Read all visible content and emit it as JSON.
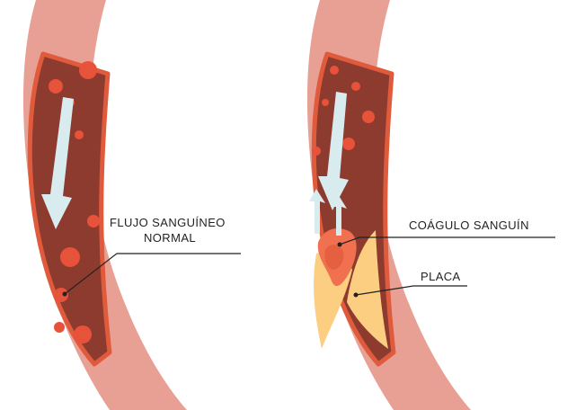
{
  "labels": {
    "normal_flow_line1": "FLUJO SANGUÍNEO",
    "normal_flow_line2": "NORMAL",
    "clot": "COÁGULO SANGUÍN",
    "plaque": "PLACA"
  },
  "colors": {
    "vessel_outer": "#E8A095",
    "vessel_border": "#E05A3C",
    "vessel_interior": "#8E3B2F",
    "blood_cell": "#E8523A",
    "arrow": "#D8ECF0",
    "plaque": "#FBCE82",
    "clot": "#F0704F",
    "leader_line": "#222222"
  },
  "icons": {
    "flow_arrow": "down-arrow-icon",
    "blocked_flow": "up-arrows-icon"
  }
}
